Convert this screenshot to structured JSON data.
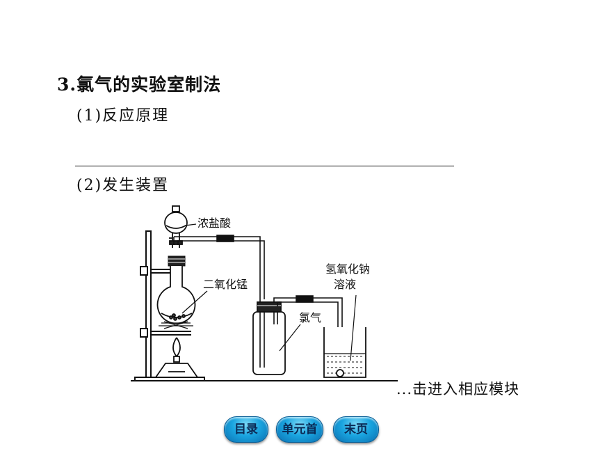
{
  "section": {
    "heading": "3.氯气的实验室制法",
    "item1": "(1)反应原理",
    "item2": "(2)发生装置"
  },
  "diagram": {
    "label_acid": "浓盐酸",
    "label_mno2": "二氧化锰",
    "label_naoh_line1": "氢氧化钠",
    "label_naoh_line2": "溶液",
    "label_cl2": "氯气"
  },
  "footer": {
    "note": "...击进入相应模块"
  },
  "nav": {
    "contents": "目录",
    "unit_start": "单元首",
    "last_page": "末页"
  }
}
